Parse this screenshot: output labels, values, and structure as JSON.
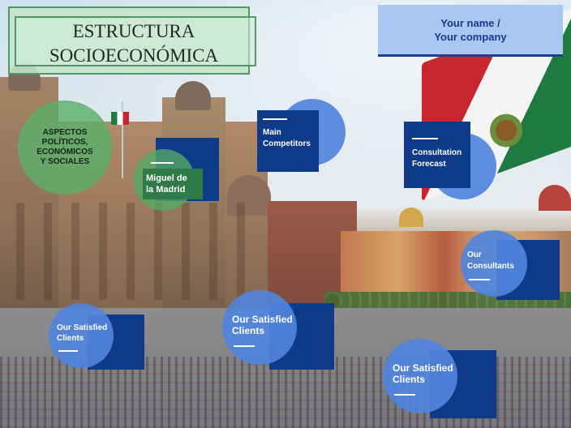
{
  "slide": {
    "title": "ESTRUCTURA SOCIOECONÓMICA",
    "author": "Your name /\nYour company"
  },
  "topics": [
    {
      "id": "aspectos",
      "label": "ASPECTOS\nPOLÍTICOS,\nECONÓMICOS\nY SOCIALES"
    },
    {
      "id": "miguel",
      "label": "Miguel de\nla Madrid"
    },
    {
      "id": "competitors",
      "label": "Main\nCompetitors"
    },
    {
      "id": "consultation",
      "label": "Consultation\nForecast"
    },
    {
      "id": "consultants",
      "label": "Our\nConsultants"
    },
    {
      "id": "clients_left",
      "label": "Our Satisfied\nClients"
    },
    {
      "id": "clients_mid",
      "label": "Our Satisfied\nClients"
    },
    {
      "id": "clients_right",
      "label": "Our Satisfied\nClients"
    }
  ],
  "colors": {
    "accent_blue": "#0f3a88",
    "circle_blue": "#5084dc",
    "circle_green": "#5cb06a",
    "title_green": "#4f9a63"
  }
}
